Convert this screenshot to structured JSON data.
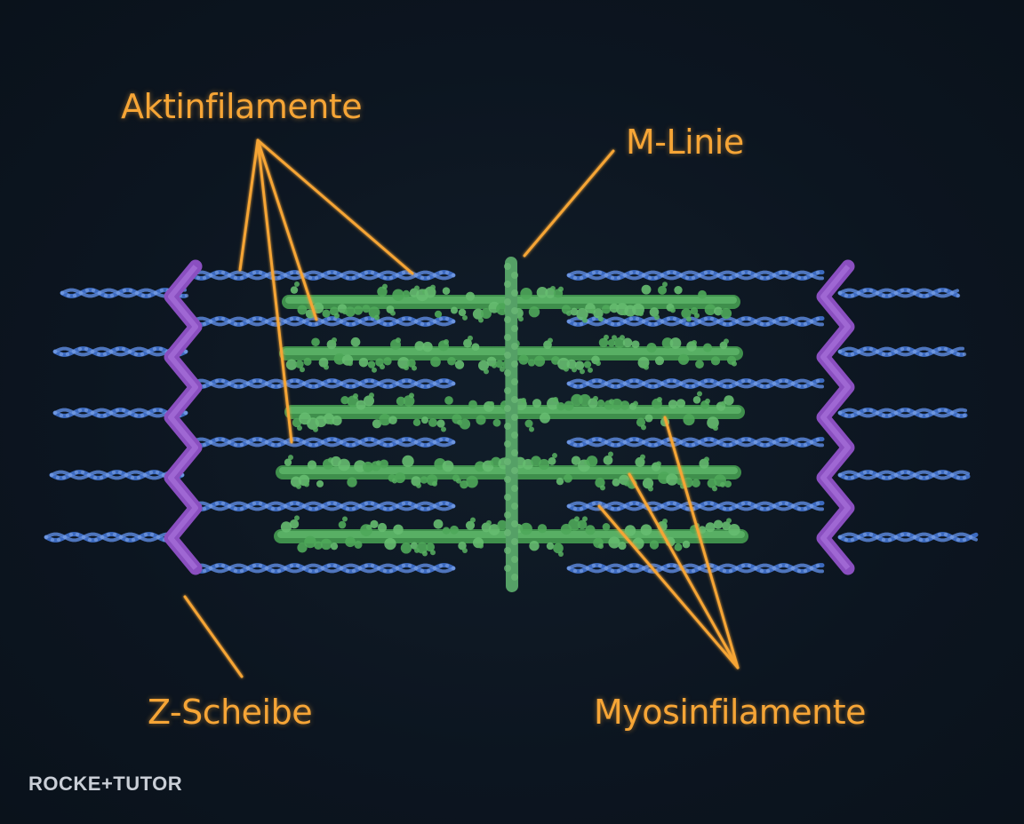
{
  "labels": {
    "actin": "Aktinfilamente",
    "m_line": "M-Linie",
    "z_disc": "Z-Scheibe",
    "myosin": "Myosinfilamente"
  },
  "branding": {
    "logo_text": "ROCKE+TUTOR"
  },
  "colors": {
    "background": "#0d1620",
    "label": "#f6a536",
    "actin": "#3f6fc8",
    "myosin": "#4fa85a",
    "z_disc": "#8a4fc0",
    "m_line": "#55a066"
  }
}
